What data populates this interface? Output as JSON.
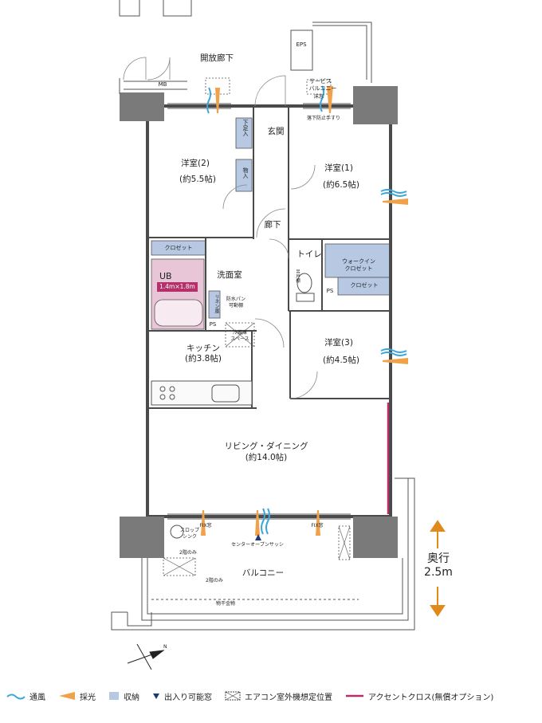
{
  "rooms": {
    "open_corridor": "開放廊下",
    "mb": "MB",
    "eps": "EPS",
    "service_balcony": [
      "サービス",
      "バルコニー"
    ],
    "fall_prevention": "落下防止手すり",
    "hiroi": "床窓",
    "entrance": "玄関",
    "shoe_storage": "下足入",
    "storage": "物入",
    "western2": {
      "name": "洋室(2)",
      "size": "(約5.5帖)"
    },
    "western1": {
      "name": "洋室(1)",
      "size": "(約6.5帖)"
    },
    "corridor": "廊下",
    "closet": "クロゼット",
    "ub": "UB",
    "ub_size": "1.4m×1.8m",
    "washroom": "洗面室",
    "linen": "リネン庫",
    "waterproof_pan": [
      "防水パン",
      "可動棚"
    ],
    "ps": "PS",
    "toilet": "トイレ",
    "toilet_shelf": "吊戸棚",
    "walkin": [
      "ウォークイン",
      "クロゼット"
    ],
    "closet3": "クロゼット",
    "fridge": [
      "冷蔵庫",
      "スペース"
    ],
    "kitchen": {
      "name": "キッチン",
      "size": "(約3.8帖)"
    },
    "western3": {
      "name": "洋室(3)",
      "size": "(約4.5帖)"
    },
    "living": {
      "name": "リビング・ダイニング",
      "size": "(約14.0帖)"
    },
    "fix_left": "FIX窓",
    "fix_right": "FIX窓",
    "center_sash": "センターオープンサッシ",
    "slop_sink": [
      "スロップ",
      "シンク"
    ],
    "second_floor_only_1": "2階のみ",
    "second_floor_only_2": "2階のみ",
    "balcony": "バルコニー",
    "laundry": "物干金物"
  },
  "depth": {
    "label": "奥行",
    "value": "2.5m"
  },
  "compass": {
    "label": "N"
  },
  "legend": [
    {
      "key": "wind",
      "label": "通風"
    },
    {
      "key": "light",
      "label": "採光"
    },
    {
      "key": "storage",
      "label": "収納"
    },
    {
      "key": "access",
      "label": "出入り可能窓"
    },
    {
      "key": "ac",
      "label": "エアコン室外機想定位置"
    },
    {
      "key": "accent",
      "label": "アクセントクロス(無償オプション)"
    }
  ],
  "colors": {
    "wall": "#4a4a4a",
    "pillar": "#7a7a7a",
    "storage": "#b7c9e2",
    "ub": "#e8c6d8",
    "ub_tag": "#b5306b",
    "wind": "#3aa7dc",
    "light": "#f0a24b",
    "accent": "#b5306b",
    "depth_arrow": "#e08a1e"
  }
}
